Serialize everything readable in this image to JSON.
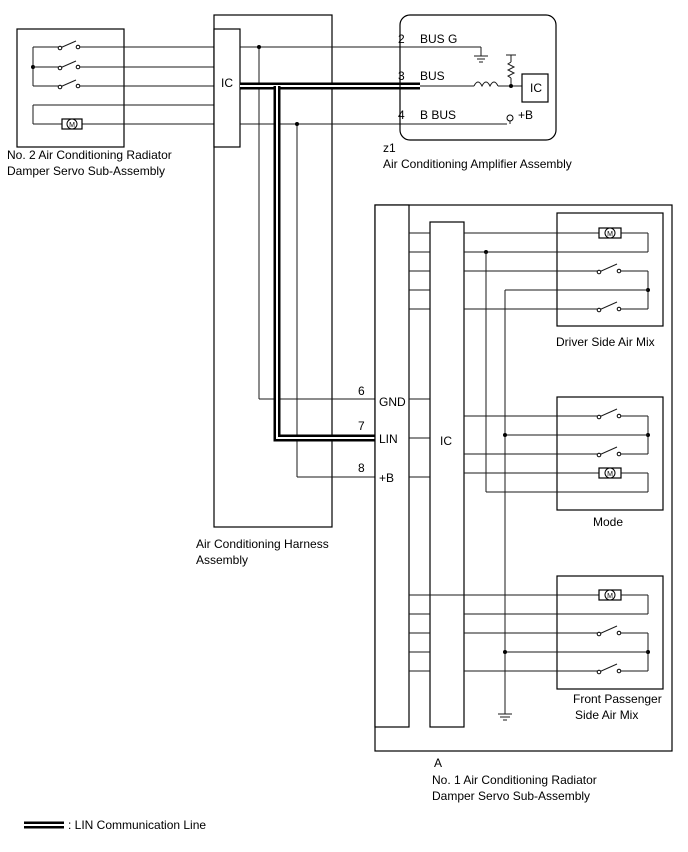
{
  "components": {
    "servo2": {
      "line1": "No. 2 Air Conditioning Radiator",
      "line2": "Damper Servo Sub-Assembly"
    },
    "harness": {
      "line1": "Air Conditioning Harness",
      "line2": "Assembly"
    },
    "amplifier": {
      "code": "z1",
      "name": "Air Conditioning Amplifier Assembly"
    },
    "servo1": {
      "code": "A",
      "line1": "No. 1 Air Conditioning Radiator",
      "line2": "Damper Servo Sub-Assembly"
    },
    "driver_mix": "Driver Side Air Mix",
    "mode": "Mode",
    "passenger_mix": {
      "line1": "Front Passenger",
      "line2": "Side Air Mix"
    }
  },
  "ic_labels": {
    "servo2_ic": "IC",
    "amplifier_ic": "IC",
    "servo1_ic": "IC"
  },
  "motor_symbol": "M",
  "amplifier_pins": [
    {
      "num": "2",
      "name": "BUS G"
    },
    {
      "num": "3",
      "name": "BUS"
    },
    {
      "num": "4",
      "name": "B BUS"
    }
  ],
  "amplifier_supply": "+B",
  "servo1_pins": [
    {
      "num": "6",
      "name": "GND"
    },
    {
      "num": "7",
      "name": "LIN"
    },
    {
      "num": "8",
      "name": "+B"
    }
  ],
  "legend": {
    "text": ": LIN Communication Line"
  }
}
